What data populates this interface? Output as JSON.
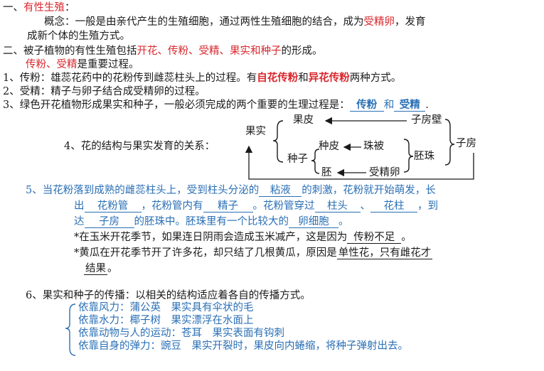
{
  "s1": {
    "num": "一、",
    "title": "有性生殖",
    "colon": "：",
    "concept_a": "概念：一般是由亲代产生的生殖细胞，通过两性生殖细胞的结合，成为",
    "concept_b": "受精卵",
    "concept_c": "，发育",
    "concept_d": "成新个体的生殖方式。"
  },
  "s2": {
    "a": "二、被子植物的有性生殖包括",
    "b": "开花、传粉、受精、果实和种子",
    "c": "的形成。",
    "d_blue": "传粉、受精",
    "d_rest": "是重要过程。"
  },
  "p1": {
    "a": "1、传粉：雄蕊花药中的花粉传到雌蕊柱头上的过程。有",
    "b": "自花传粉",
    "c": "和",
    "d": "异花传粉",
    "e": "两种方式。"
  },
  "p2": {
    "a": "2、受精：精子与卵子结合成受精卵的过程。"
  },
  "p3": {
    "a": "3、绿色开花植物形成果实和种子，一般必须完成的两个重要的生理过程是：",
    "b": "传粉",
    "c": "和",
    "d": "受精",
    "e": "."
  },
  "p4": {
    "label": "4、花的结构与果实发育的关系：",
    "guoshi": "果实",
    "guopi": "果皮",
    "zifangbi": "子房壁",
    "zhongpi": "种皮",
    "zhubei": "珠被",
    "zhongzi": "种子",
    "peizhu": "胚珠",
    "zifang": "子房",
    "pei": "胚",
    "shoujingluan": "受精卵"
  },
  "p5": {
    "a": "5、当花粉落到成熟的雌蕊柱头上，受到柱头分泌的",
    "b": "粘液",
    "c": "的刺激，花粉就开始萌发，长",
    "d": "出",
    "e": "花粉管",
    "f": "，花粉管内有",
    "g": "精子",
    "h": "。花粉管穿过",
    "i": "柱头",
    "j": "、",
    "k": "花柱",
    "l": "，到",
    "m": "达",
    "n": "子房",
    "o": "的胚珠中。胚珠里有一个比较大的",
    "p": "卵细胞",
    "q": "。"
  },
  "n1": {
    "a": "*在玉米开花季节，如果连日阴雨会造成玉米减产，这是因为",
    "b": "传粉不足",
    "c": "。"
  },
  "n2": {
    "a": "*黄瓜在开花季节开了许多花，却只结了几根黄瓜，原因是",
    "b": "单性花，只有雌花才",
    "c": "结果",
    "d": "。"
  },
  "p6": {
    "a": "6、果实和种子的传播：以相关的结构适应着各自的传播方式。",
    "items": [
      "依靠风力：蒲公英　果实具有伞状的毛",
      "依靠水力：椰子树　果实漂浮在水面上",
      "依靠动物与人的运动：苍耳　果实表面有钩刺",
      "依靠自身的弹力：豌豆　果实开裂时，果皮向内蜷缩，将种子弹射出去。"
    ]
  },
  "colors": {
    "red": "#d9262c",
    "blue": "#2a6fb5",
    "text": "#1a1a1a"
  }
}
